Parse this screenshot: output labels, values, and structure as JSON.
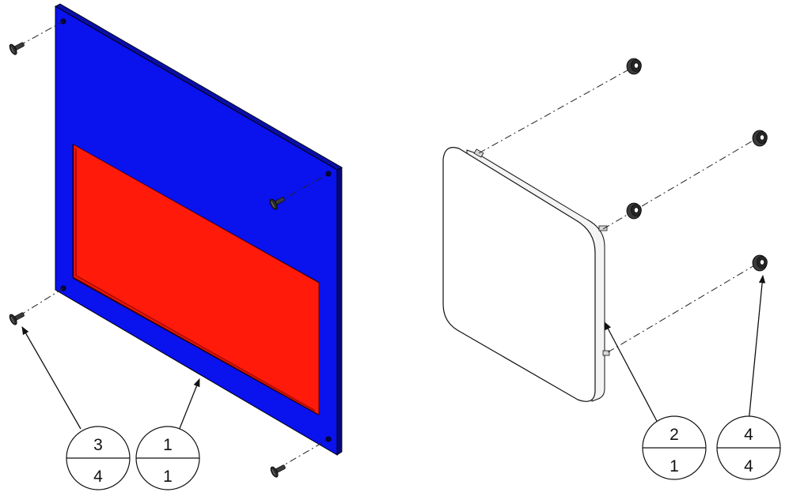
{
  "colors": {
    "panel": "#0a12ee",
    "window": "#ff1a0a",
    "line": "#111111",
    "screw": "#2b2b2b",
    "background": "#ffffff"
  },
  "balloons": {
    "screw": {
      "item": "3",
      "qty": "4"
    },
    "panel": {
      "item": "1",
      "qty": "1"
    },
    "cover": {
      "item": "2",
      "qty": "1"
    },
    "nut": {
      "item": "4",
      "qty": "4"
    }
  }
}
